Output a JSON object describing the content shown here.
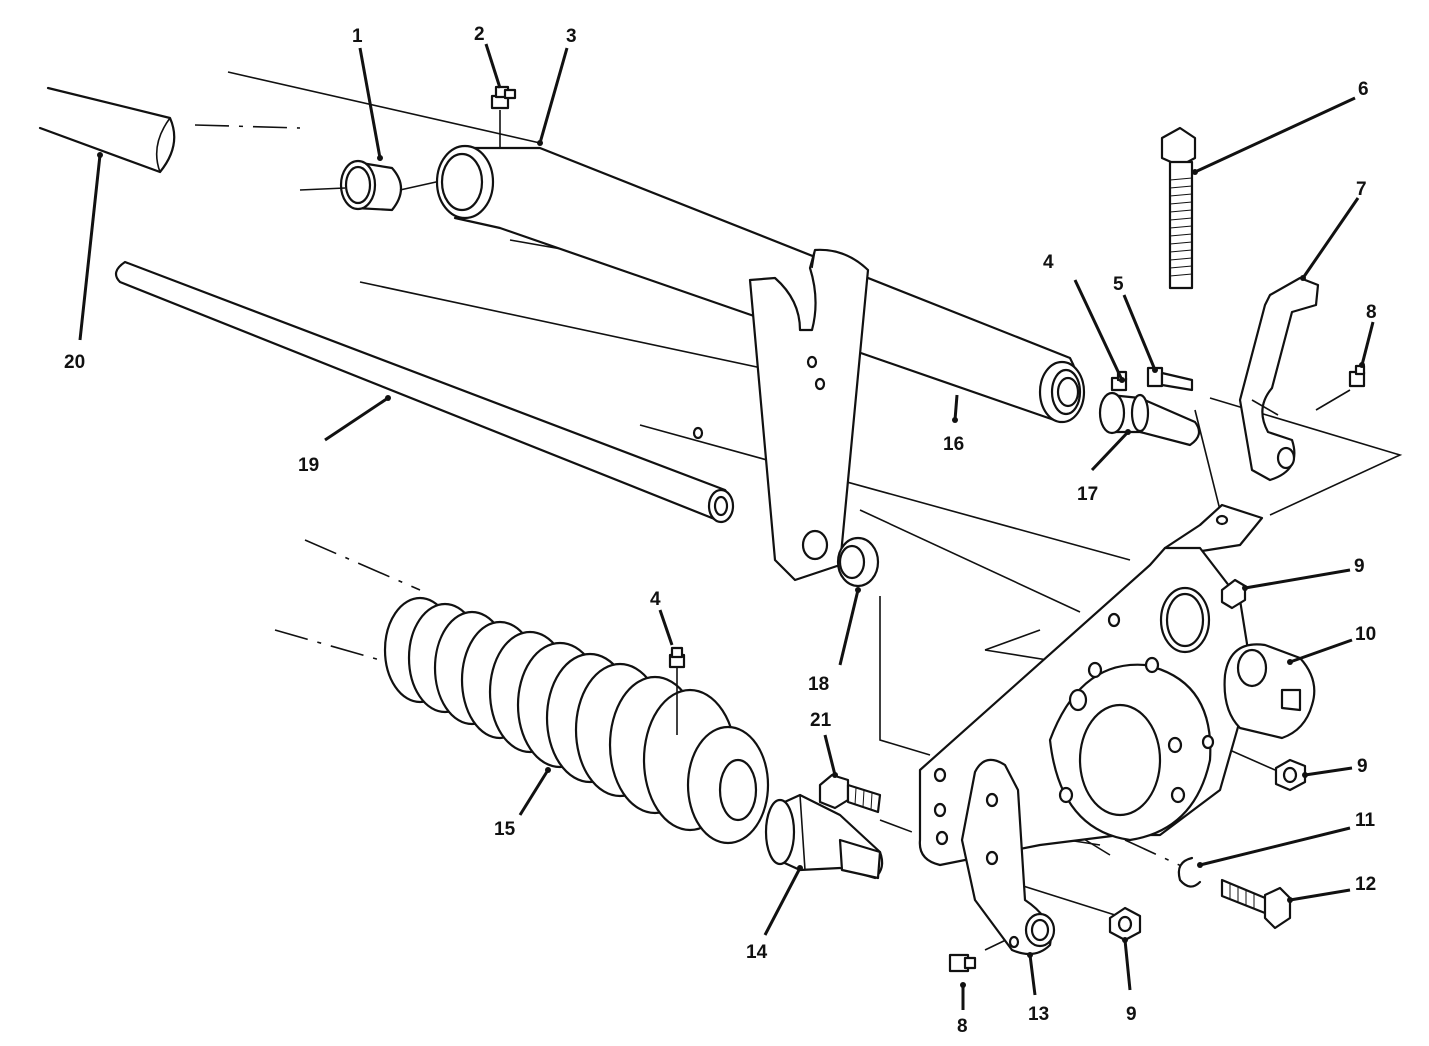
{
  "callouts": {
    "c1": "1",
    "c2": "2",
    "c3": "3",
    "c4a": "4",
    "c4b": "4",
    "c5": "5",
    "c6": "6",
    "c7": "7",
    "c8a": "8",
    "c8b": "8",
    "c9a": "9",
    "c9b": "9",
    "c9c": "9",
    "c10": "10",
    "c11": "11",
    "c12": "12",
    "c13": "13",
    "c14": "14",
    "c15": "15",
    "c16": "16",
    "c17": "17",
    "c18": "18",
    "c19": "19",
    "c20": "20",
    "c21": "21"
  },
  "colors": {
    "line": "#111111",
    "background": "#ffffff"
  }
}
